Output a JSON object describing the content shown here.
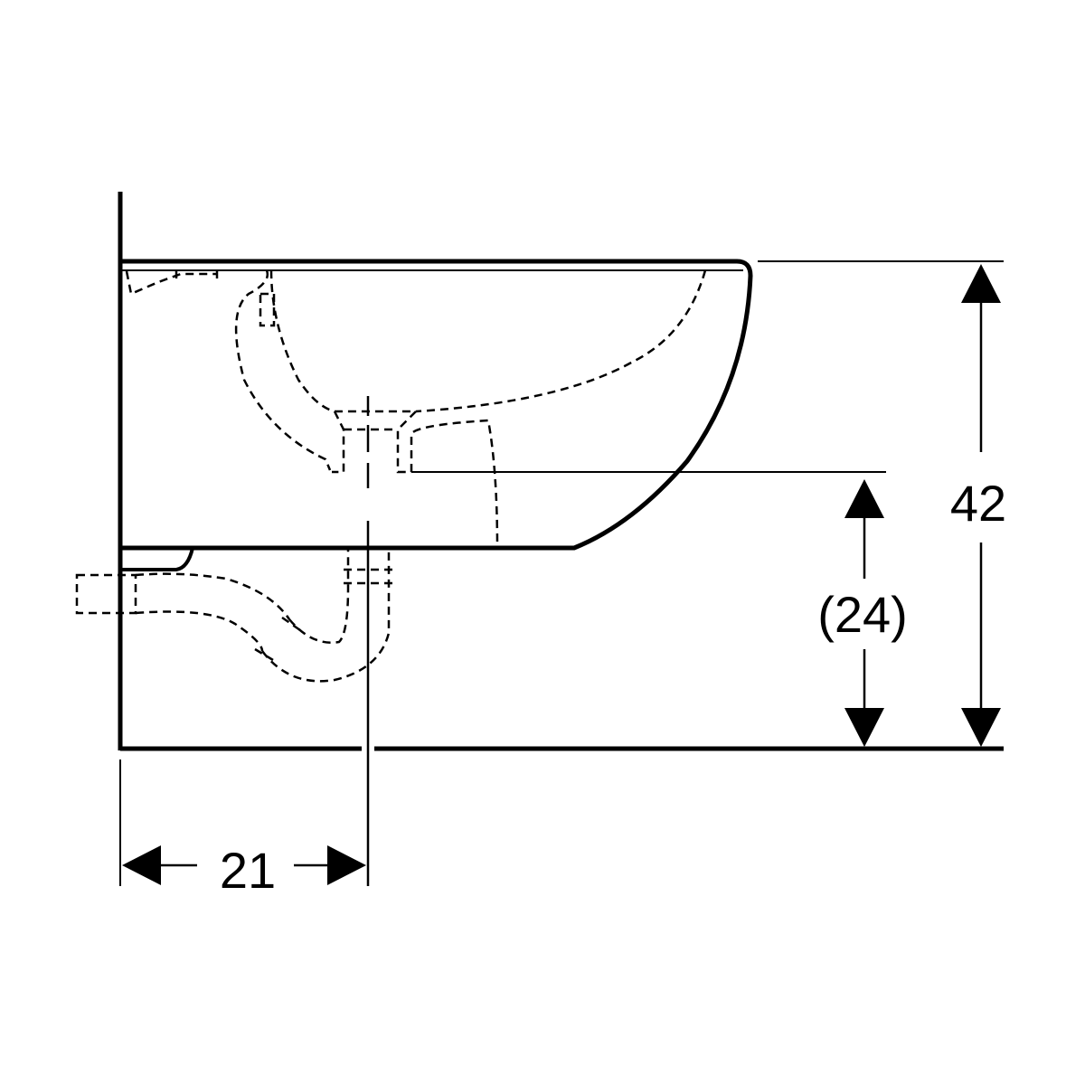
{
  "dimensions": {
    "total_height": "42",
    "outlet_height": "(24)",
    "outlet_distance": "21"
  },
  "colors": {
    "line": "#000000",
    "background": "#ffffff"
  }
}
